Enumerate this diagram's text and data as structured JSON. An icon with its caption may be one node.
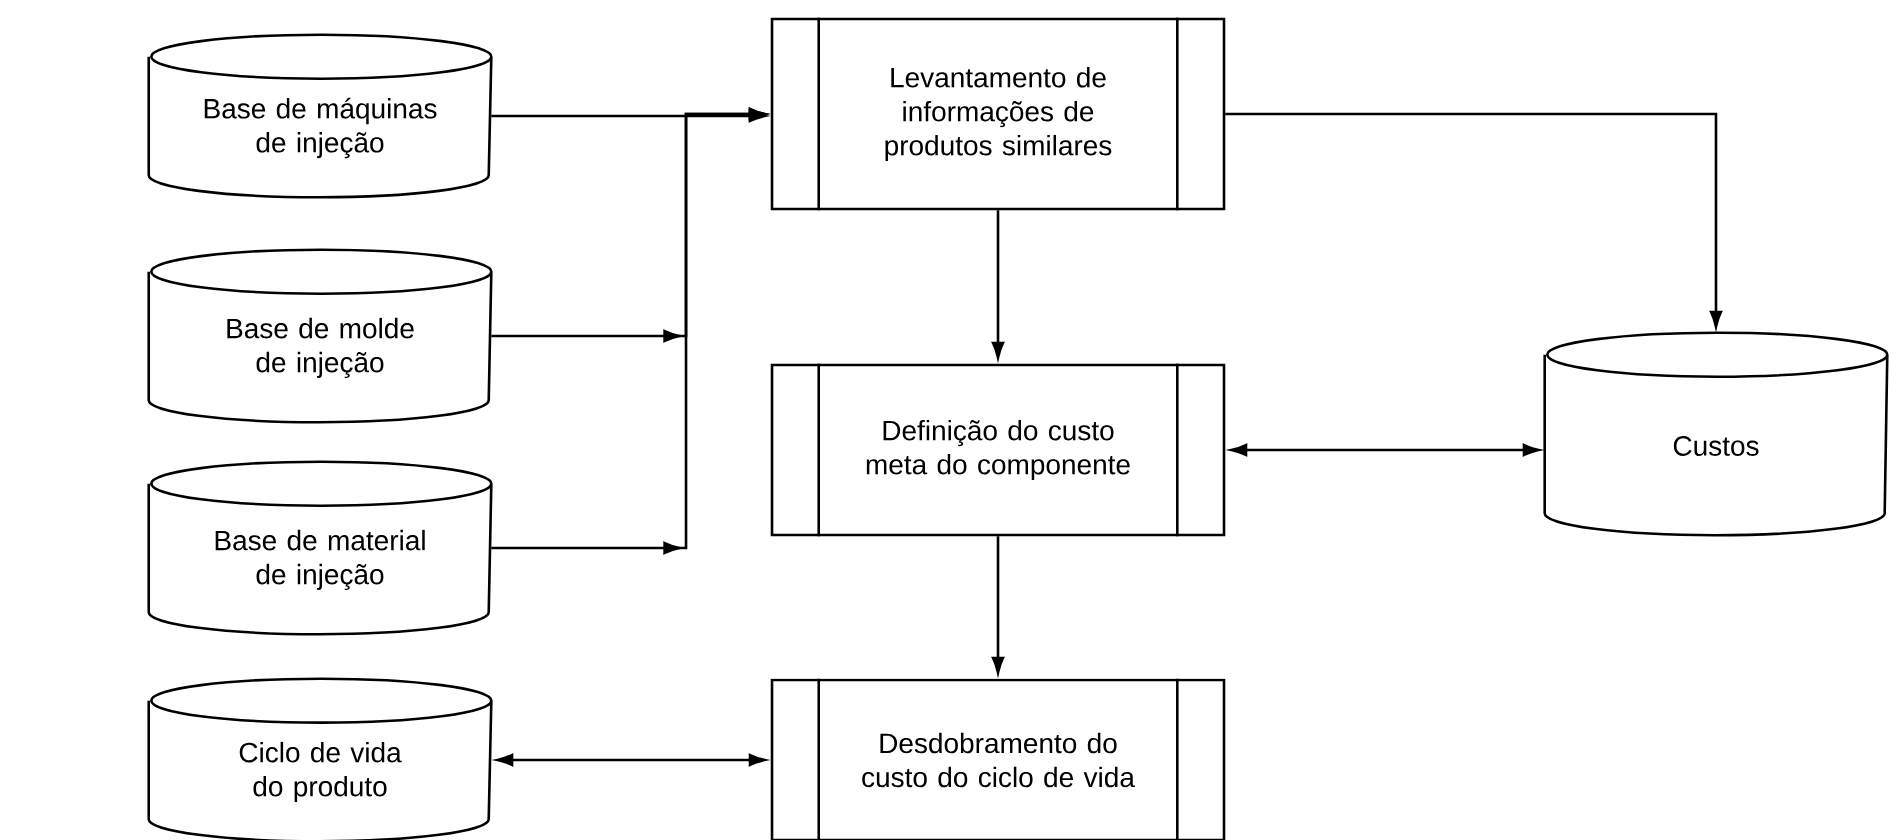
{
  "diagram": {
    "nodes": [
      {
        "text": [
          "Base de máquinas de injeção"
        ]
      },
      {
        "text": [
          "Levantamento de informações de produtos similares"
        ]
      },
      {
        "text": [
          "Base de molde de injeção"
        ]
      },
      {
        "text": [
          "Definição do custo meta do componente"
        ]
      },
      {
        "text": [
          "Custos"
        ]
      },
      {
        "text": [
          "Base de material de injeção"
        ]
      },
      {
        "text": [
          "Ciclo de vida do produto"
        ]
      },
      {
        "text": [
          "Desdobramento do custo do ciclo de vida"
        ]
      }
    ],
    "edges": [
      {
        "from": 0,
        "to": 1,
        "arrow": "to"
      },
      {
        "from": 2,
        "to": 1,
        "arrow": "to"
      },
      {
        "from": 5,
        "to": 1,
        "arrow": "to"
      },
      {
        "from": 1,
        "to": 3,
        "arrow": "to"
      },
      {
        "from": 1,
        "to": 4,
        "arrow": "to"
      },
      {
        "from": 3,
        "to": 4,
        "arrow": "both"
      },
      {
        "from": 6,
        "to": 7,
        "arrow": "both"
      },
      {
        "from": 3,
        "to": 7,
        "arrow": "to"
      }
    ]
  }
}
